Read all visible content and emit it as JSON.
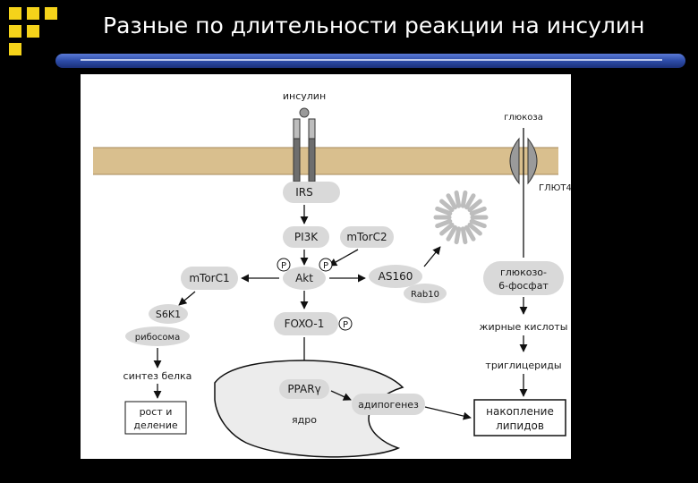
{
  "slide": {
    "title": "Разные по длительности реакции на инсулин"
  },
  "colors": {
    "background": "#000000",
    "accent_yellow": "#f5d31a",
    "title_bar": "#2d4ca8",
    "membrane": "#d9bf8e",
    "node_fill": "#d9d9d9"
  },
  "diagram": {
    "insulin": "инсулин",
    "glucose": "глюкоза",
    "glut4": "ГЛЮТ4",
    "irs": "IRS",
    "pi3k": "PI3K",
    "mtorc2": "mTorC2",
    "mtorc1": "mTorC1",
    "akt": "Akt",
    "phospho_p": "P",
    "as160": "AS160",
    "rab10": "Rab10",
    "s6k1": "S6K1",
    "ribosome": "рибосома",
    "foxo1": "FOXO-1",
    "protein_synthesis": "синтез белка",
    "growth_division_line1": "рост и",
    "growth_division_line2": "деление",
    "ppar": "PPARγ",
    "nucleus": "ядро",
    "adipogenesis": "адипогенез",
    "g6p_line1": "глюкозо-",
    "g6p_line2": "6-фосфат",
    "fatty_acids": "жирные кислоты",
    "triglycerides": "триглицериды",
    "lipid_accumulation_line1": "накопление",
    "lipid_accumulation_line2": "липидов"
  }
}
